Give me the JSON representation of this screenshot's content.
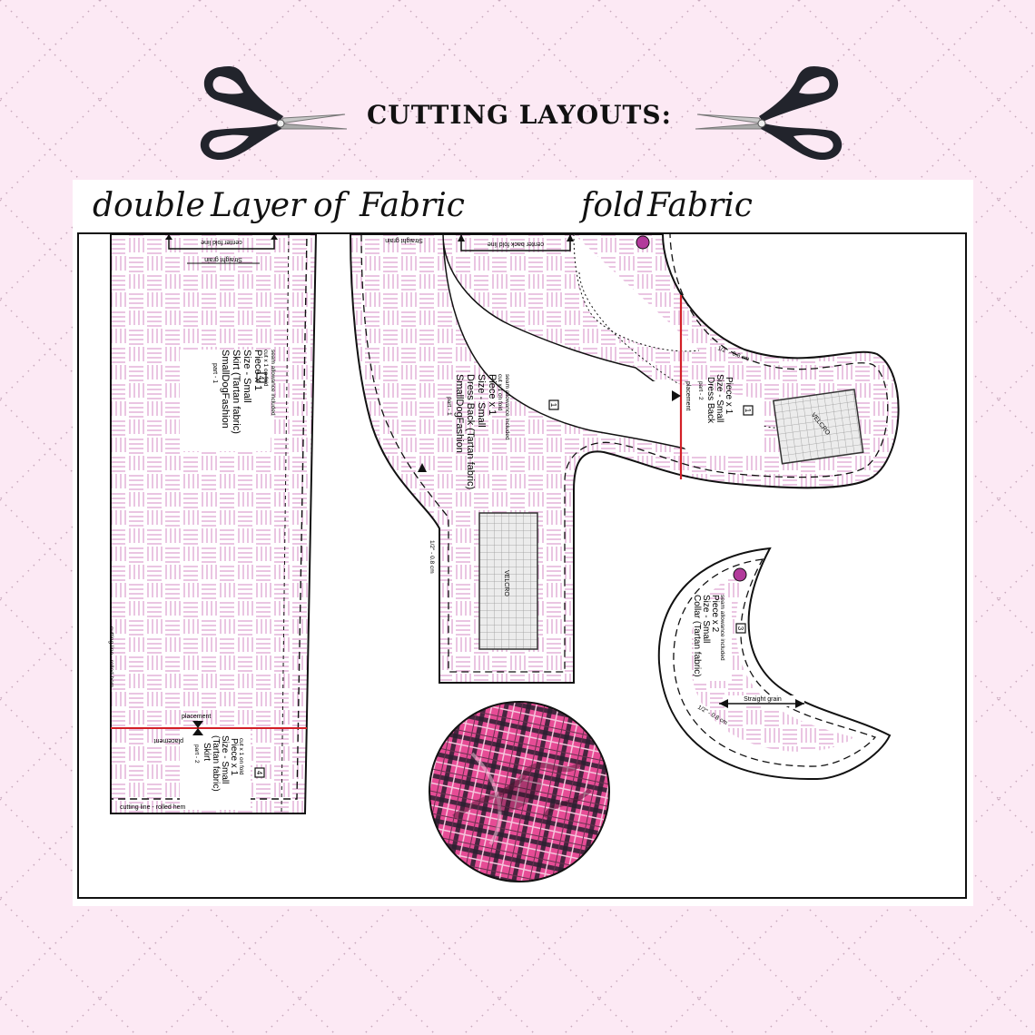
{
  "header": {
    "title": "CUTTING LAYOUTS:",
    "left_icon": "scissors-icon",
    "right_icon": "scissors-icon"
  },
  "labels": {
    "double": "double",
    "layer": "Layer",
    "of": "of",
    "fabric1": "Fabric",
    "fold": "fold",
    "fabric2": "Fabric"
  },
  "skirt": {
    "fold_line": "center fold line",
    "grain": "Straight grain",
    "part1": {
      "num": "4",
      "part": "part - 1",
      "brand": "SmallDogFashion",
      "name": "Skirt (Tartan fabric)",
      "size": "Size - Small",
      "piece": "Piece x 1",
      "cut": "cut x 1 on fold",
      "seam": "seam allowance included"
    },
    "cutting_line": "cutting line - rolled hem",
    "placement": "placement",
    "part2": {
      "num": "4",
      "part": "part - 2",
      "name": "Skirt",
      "fabric": "(Tartan fabric)",
      "size": "Size - Small",
      "piece": "Piece x 1",
      "cut": "cut x 1 on fold"
    },
    "cutting_line_bottom": "cutting line - rolled hem"
  },
  "dress_back": {
    "fold_line": "center back fold line",
    "grain": "Straight grain",
    "part1": {
      "num": "1",
      "part": "part - 1",
      "brand": "SmallDogFashion",
      "name": "Dress Back (Tartan fabric)",
      "size": "Size - Small",
      "piece": "Piece x 1",
      "cut": "cut x 1 on fold",
      "seam": "seam allowance included"
    },
    "seam": "1/2\" - 0.8 cm",
    "velcro": "VELCRO",
    "part2": {
      "num": "1",
      "part": "part - 2",
      "name": "Dress Back",
      "size": "Size - Small",
      "piece": "Piece x 1"
    },
    "placement": "placement",
    "seam2": "1/2\" - 0.8 cm",
    "velcro2": "VELCRO"
  },
  "collar": {
    "num": "3",
    "name": "Collar (Tartan fabric)",
    "size": "Size - Small",
    "piece": "Piece x 2",
    "seam": "seam allowance included",
    "grain": "Straight grain",
    "seam_measure": "1/2\" - 0.8 cm"
  },
  "colors": {
    "background": "#fce9f4",
    "plaid_line": "#e0a6d2",
    "cut_marker": "#d32027",
    "dot": "#b23a9b",
    "fabric_pink": "#e64c95"
  }
}
